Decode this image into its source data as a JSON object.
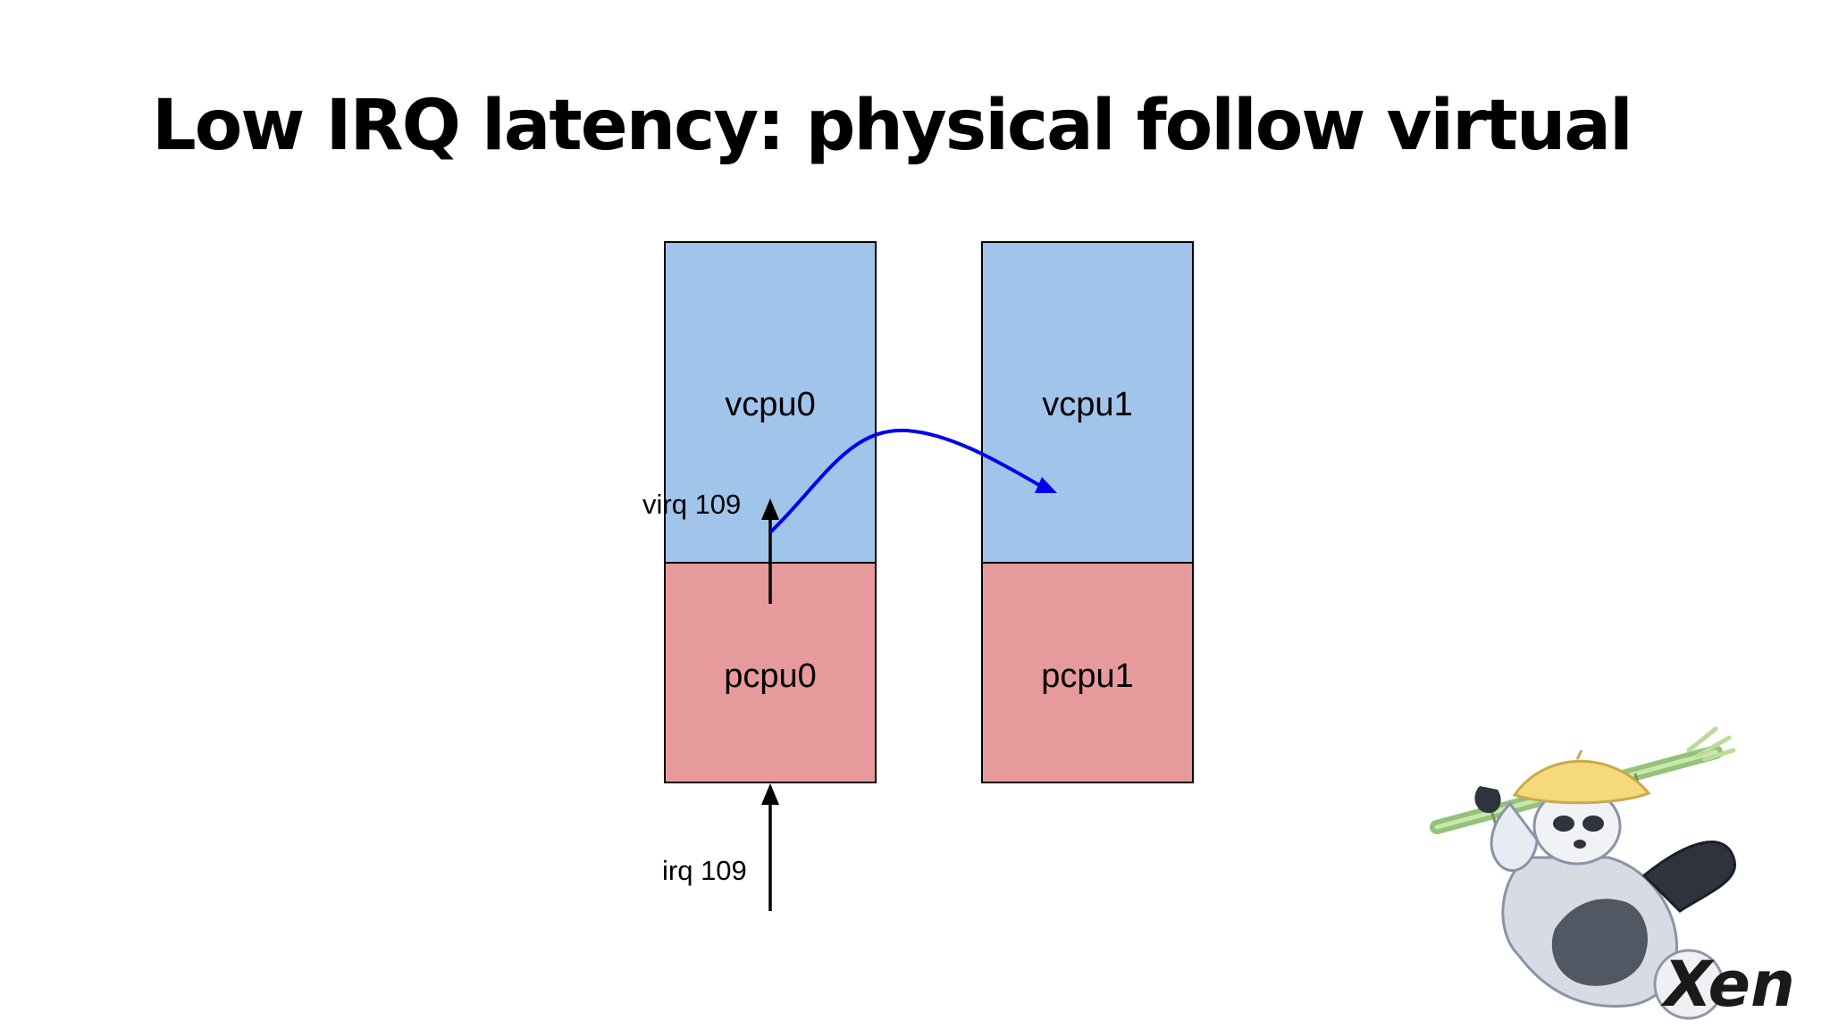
{
  "slide": {
    "title": "Low IRQ latency: physical follow virtual"
  },
  "diagram": {
    "boxes": {
      "vcpu0": "vcpu0",
      "pcpu0": "pcpu0",
      "vcpu1": "vcpu1",
      "pcpu1": "pcpu1"
    },
    "labels": {
      "virq": "virq 109",
      "irq": "irq 109"
    },
    "colors": {
      "vcpu_fill": "#a1c4ea",
      "pcpu_fill": "#e79a9b",
      "migration_arrow": "#0000ee",
      "irq_arrow": "#000000"
    }
  },
  "logo": {
    "text": "Xen"
  }
}
